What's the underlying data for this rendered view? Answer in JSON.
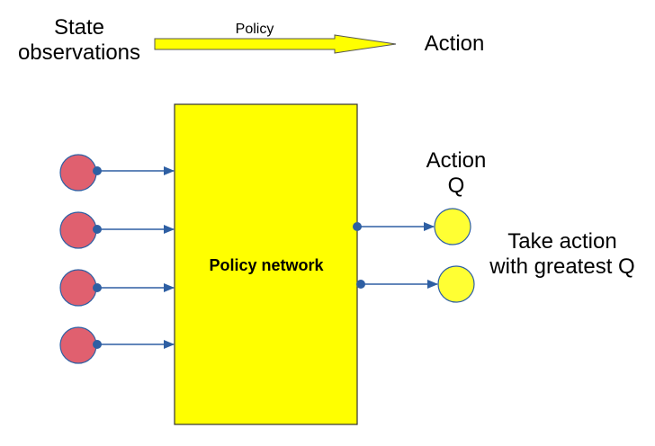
{
  "header": {
    "state_line1": "State",
    "state_line2": "observations",
    "policy_label": "Policy",
    "action_label": "Action"
  },
  "network": {
    "label": "Policy network",
    "fill_color": "#ffff00",
    "border_color": "#333333"
  },
  "inputs": {
    "count": 4,
    "node_color": "#e0606f",
    "connector_color": "#2e5fa3"
  },
  "outputs": {
    "count": 2,
    "node_color": "#ffff33",
    "label_line1": "Action",
    "label_line2": "Q"
  },
  "note": {
    "line1": "Take action",
    "line2": "with greatest Q"
  }
}
